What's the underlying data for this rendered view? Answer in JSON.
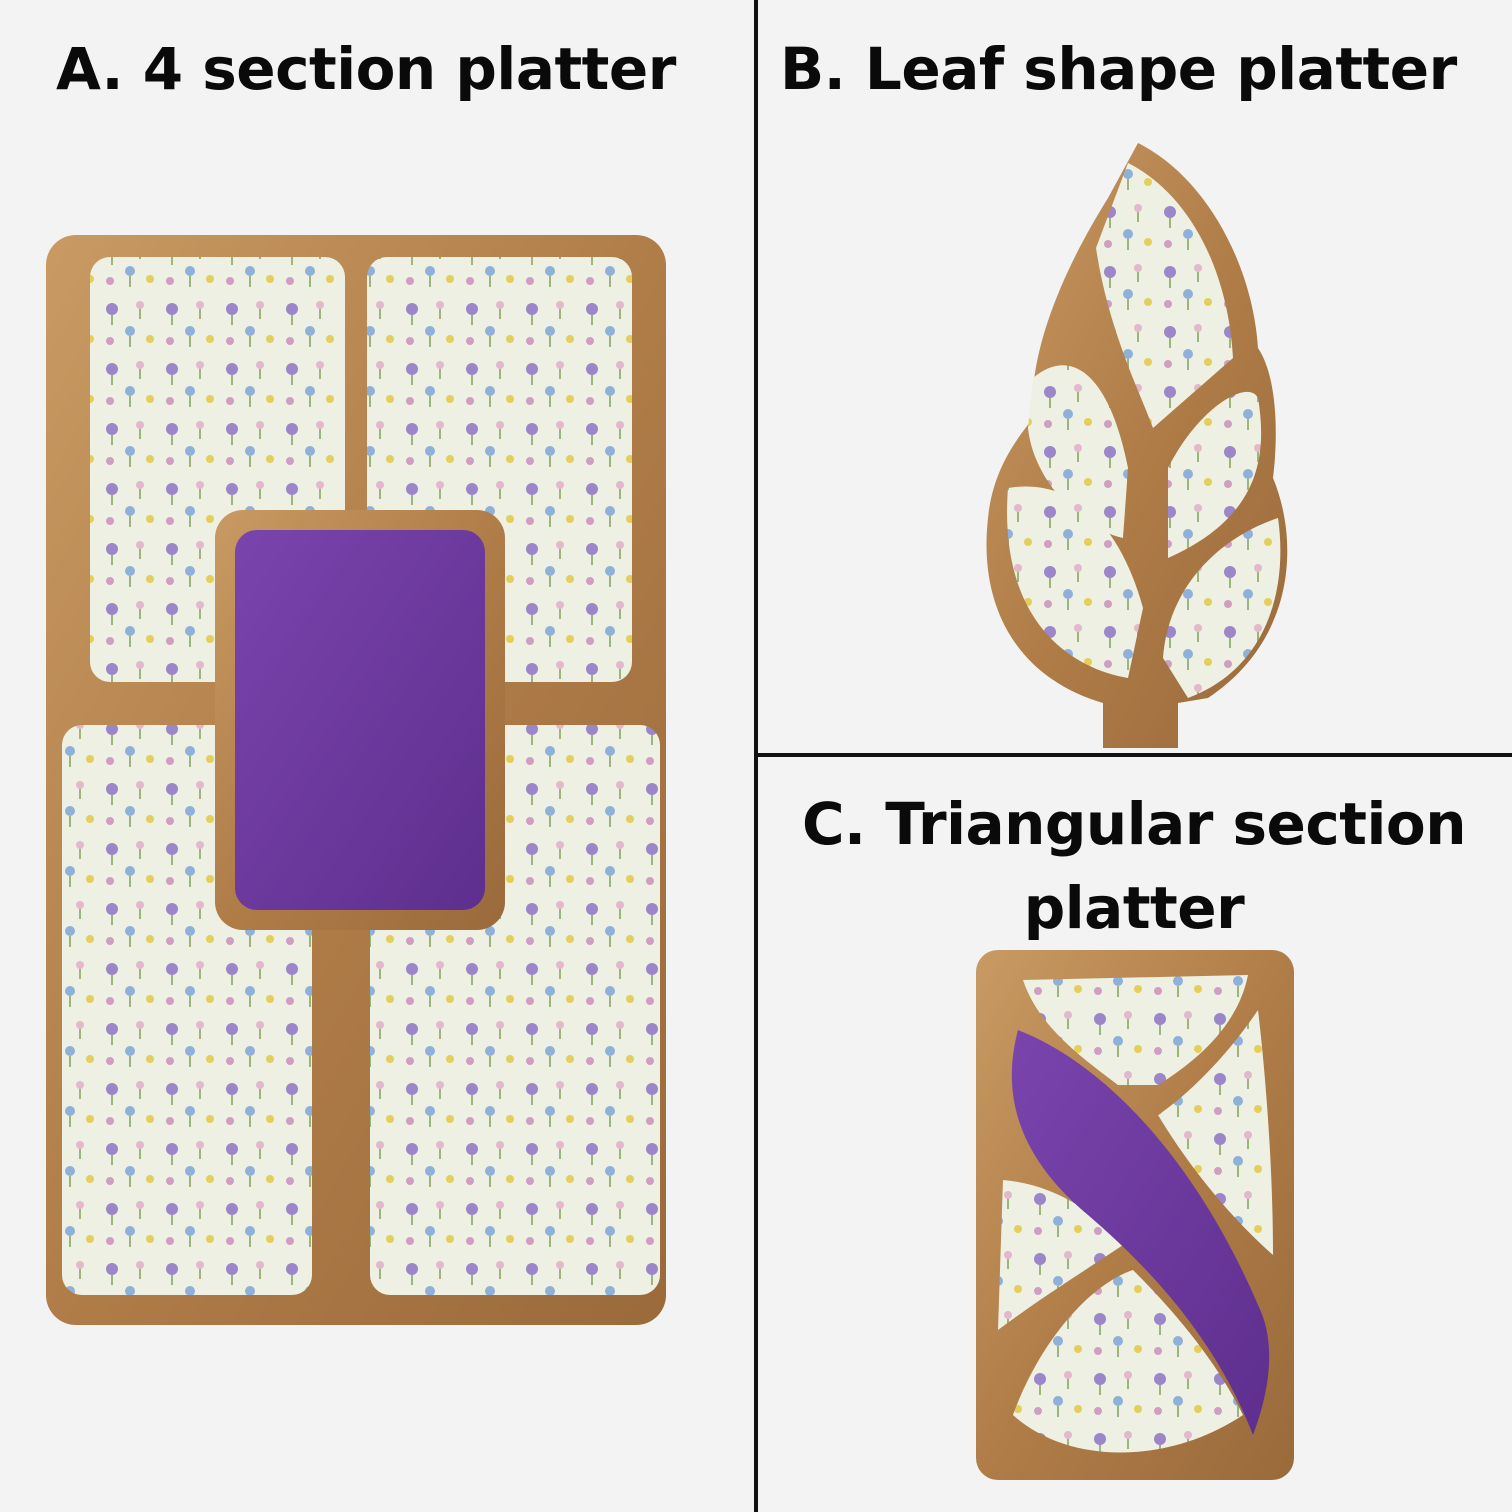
{
  "panels": [
    {
      "id": "A",
      "label": "A. 4 section platter",
      "description": "Rectangular mango wood platter with four floral enamel sections and a purple center section"
    },
    {
      "id": "B",
      "label": "B. Leaf shape platter",
      "description": "Leaf shaped wood platter with five floral enamel sections"
    },
    {
      "id": "C",
      "label": "C. Triangular section platter",
      "description": "Rectangular wood platter with four triangular floral sections and a curved purple center section"
    }
  ],
  "colors": {
    "background": "#f3f3f3",
    "divider": "#111111",
    "wood": "#b98a55",
    "wood_dark": "#8e5f33",
    "floral_base": "#eef0e4",
    "purple": "#6d3aa0"
  }
}
